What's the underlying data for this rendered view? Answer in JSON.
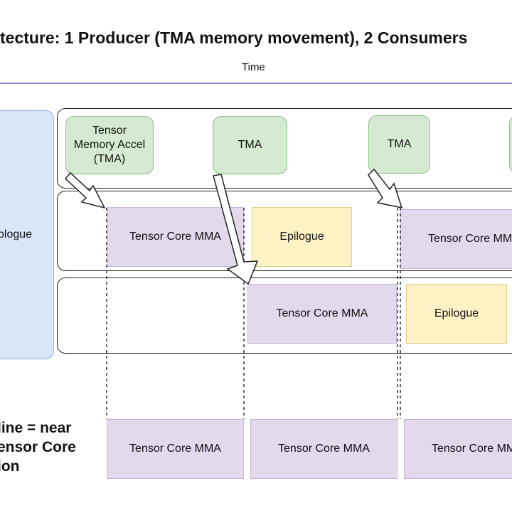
{
  "title": "tecture:  1 Producer (TMA memory movement), 2 Consumers",
  "time_label": "Time",
  "prologue_label": "Prologue",
  "producer_lane": {
    "tma_blocks": [
      "Tensor Memory Accel (TMA)",
      "TMA",
      "TMA"
    ]
  },
  "consumer_lane_1": {
    "blocks": [
      "Tensor Core MMA",
      "Epilogue",
      "Tensor Core MMA"
    ]
  },
  "consumer_lane_2": {
    "blocks": [
      "Tensor Core MMA",
      "Epilogue"
    ]
  },
  "summary_row": {
    "blocks": [
      "Tensor Core MMA",
      "Tensor Core MMA",
      "Tensor Core MMA"
    ]
  },
  "note_lines": [
    "line = near",
    "ensor Core",
    "ion"
  ],
  "colors": {
    "tma_fill": "#d6e9d2",
    "mma_fill": "#e3d9ec",
    "epilogue_fill": "#fff3c6",
    "prologue_fill": "#dae6f7",
    "timeline": "#8a86c8"
  }
}
